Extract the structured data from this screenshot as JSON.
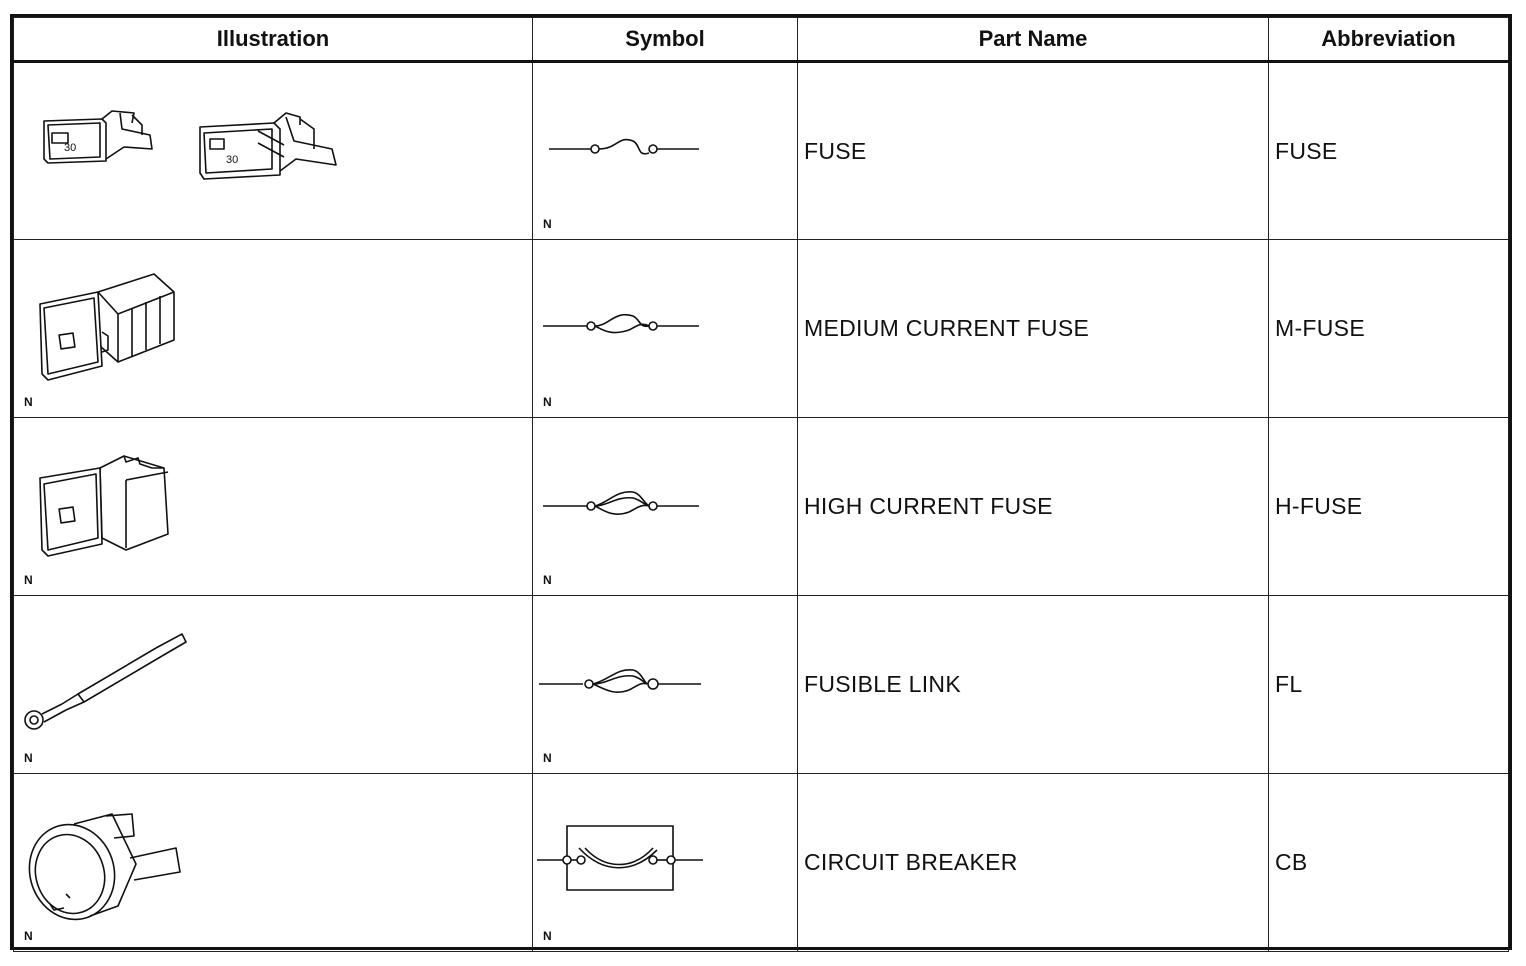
{
  "table": {
    "headers": {
      "illustration": "Illustration",
      "symbol": "Symbol",
      "part_name": "Part Name",
      "abbreviation": "Abbreviation"
    },
    "rows": [
      {
        "part_name": "FUSE",
        "abbreviation": "FUSE",
        "illustration_mark": "",
        "symbol_mark": "N",
        "illustration_icon": "blade-fuse-icon",
        "symbol_icon": "fuse-symbol-icon"
      },
      {
        "part_name": "MEDIUM CURRENT FUSE",
        "abbreviation": "M-FUSE",
        "illustration_mark": "N",
        "symbol_mark": "N",
        "illustration_icon": "medium-current-fuse-icon",
        "symbol_icon": "medium-current-fuse-symbol-icon"
      },
      {
        "part_name": "HIGH CURRENT FUSE",
        "abbreviation": "H-FUSE",
        "illustration_mark": "N",
        "symbol_mark": "N",
        "illustration_icon": "high-current-fuse-icon",
        "symbol_icon": "high-current-fuse-symbol-icon"
      },
      {
        "part_name": "FUSIBLE LINK",
        "abbreviation": "FL",
        "illustration_mark": "N",
        "symbol_mark": "N",
        "illustration_icon": "fusible-link-icon",
        "symbol_icon": "fusible-link-symbol-icon"
      },
      {
        "part_name": "CIRCUIT BREAKER",
        "abbreviation": "CB",
        "illustration_mark": "N",
        "symbol_mark": "N",
        "illustration_icon": "circuit-breaker-icon",
        "symbol_icon": "circuit-breaker-symbol-icon"
      }
    ],
    "fuse_label": "30"
  }
}
